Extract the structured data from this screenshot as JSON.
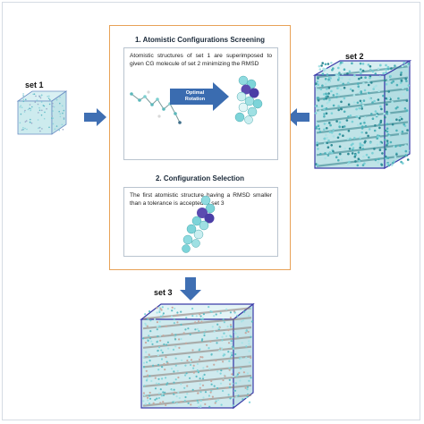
{
  "labels": {
    "set1": "set 1",
    "set2": "set 2",
    "set3": "set 3"
  },
  "step1": {
    "title": "1. Atomistic Configurations Screening",
    "text": "Atomistic structures of set 1 are superimposed to given CG molecule of set 2 minimizing the RMSD",
    "arrow_label": "Optimal Rotation"
  },
  "step2": {
    "title": "2. Configuration Selection",
    "text": "The first atomistic structure having a RMSD smaller than a tolerance is accepted in set 3"
  },
  "colors": {
    "panel_border": "#e8a257",
    "arrow_fill": "#3f6fb3",
    "cube_edge": "#3b3ba8",
    "molecule_cyan": "#6fcfd2",
    "molecule_purple": "#5b4bb0"
  }
}
